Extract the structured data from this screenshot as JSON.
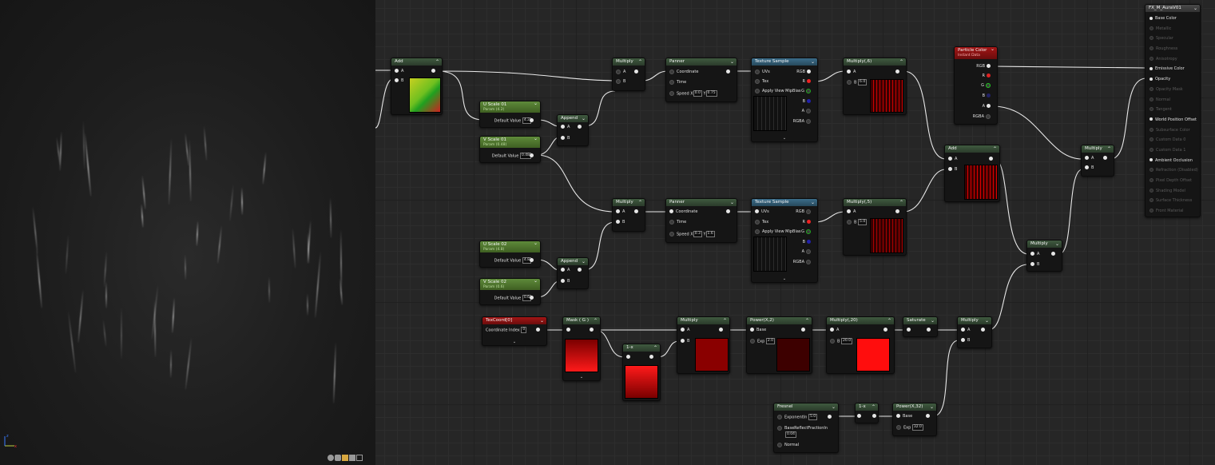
{
  "viewport": {
    "streaks": 40
  },
  "viewport_toolbar": {
    "icons": [
      "sphere-preview-icon",
      "cylinder-preview-icon",
      "plane-preview-icon",
      "cube-preview-icon",
      "custom-mesh-icon"
    ]
  },
  "colors": {
    "graph_bg": "#262626",
    "math_header": "#3f5a3f",
    "texture_header": "#3b6d8a",
    "param_header": "#5e8a3a",
    "particle_header": "#a41616",
    "wire": "#e8e8e8"
  },
  "nodes": {
    "add1": {
      "title": "Add",
      "a": "A",
      "b": "B"
    },
    "u_scale1": {
      "title": "U Scale 01",
      "sub": "Param (4.2)",
      "label": "Default Value",
      "value": "4.2"
    },
    "v_scale1": {
      "title": "V Scale 01",
      "sub": "Param (0.48)",
      "label": "Default Value",
      "value": "0.48"
    },
    "append1": {
      "title": "Append",
      "a": "A",
      "b": "B"
    },
    "multiply1": {
      "title": "Multiply",
      "a": "A",
      "b": "B"
    },
    "panner1": {
      "title": "Panner",
      "coord": "Coordinate",
      "time": "Time",
      "speed": "Speed",
      "x": "0.0",
      "y": "0.75"
    },
    "texsample1": {
      "title": "Texture Sample",
      "uvs": "UVs",
      "tex": "Tex",
      "mip": "Apply View MipBias",
      "rgb": "RGB",
      "r": "R",
      "g": "G",
      "b": "B",
      "a": "A",
      "rgba": "RGBA"
    },
    "multiply_b1": {
      "title": "Multiply(,6)",
      "a": "A",
      "b": "B",
      "value": "6.0"
    },
    "particle": {
      "title": "Particle Color",
      "sub": "Instant Data",
      "rgb": "RGB",
      "r": "R",
      "g": "G",
      "b": "B",
      "a": "A",
      "rgba": "RGBA"
    },
    "add2": {
      "title": "Add",
      "a": "A",
      "b": "B"
    },
    "multiply_top": {
      "title": "Multiply",
      "a": "A",
      "b": "B"
    },
    "multiply2": {
      "title": "Multiply",
      "a": "A",
      "b": "B"
    },
    "panner2": {
      "title": "Panner",
      "coord": "Coordinate",
      "time": "Time",
      "speed": "Speed",
      "x": "0.3",
      "y": "1.6"
    },
    "texsample2": {
      "title": "Texture Sample",
      "uvs": "UVs",
      "tex": "Tex",
      "mip": "Apply View MipBias",
      "rgb": "RGB",
      "r": "R",
      "g": "G",
      "b": "B",
      "a": "A",
      "rgba": "RGBA"
    },
    "multiply_b2": {
      "title": "Multiply(,5)",
      "a": "A",
      "b": "B",
      "value": "5.0"
    },
    "u_scale2": {
      "title": "U Scale 02",
      "sub": "Param (4.8)",
      "label": "Default Value",
      "value": "4.8"
    },
    "v_scale2": {
      "title": "V Scale 02",
      "sub": "Param (0.6)",
      "label": "Default Value",
      "value": "0.6"
    },
    "append2": {
      "title": "Append",
      "a": "A",
      "b": "B"
    },
    "multiply_mid": {
      "title": "Multiply",
      "a": "A",
      "b": "B"
    },
    "texcoord": {
      "title": "TexCoord[0]",
      "label": "Coordinate Index",
      "value": "0"
    },
    "mask": {
      "title": "Mask ( G )"
    },
    "one_minus1": {
      "title": "1-x"
    },
    "multiply3": {
      "title": "Multiply",
      "a": "A",
      "b": "B"
    },
    "power1": {
      "title": "Power(X,2)",
      "base": "Base",
      "exp": "Exp",
      "value": "2.0"
    },
    "multiply_20": {
      "title": "Multiply(,20)",
      "a": "A",
      "b": "B",
      "value": "20.0"
    },
    "saturate": {
      "title": "Saturate"
    },
    "multiply4": {
      "title": "Multiply",
      "a": "A",
      "b": "B"
    },
    "fresnel": {
      "title": "Fresnel",
      "exp": "ExponentIn",
      "exp_value": "5.0",
      "base": "BaseReflectFractionIn",
      "base_value": "0.04",
      "normal": "Normal"
    },
    "one_minus2": {
      "title": "1-x"
    },
    "power2": {
      "title": "Power(X,32)",
      "base": "Base",
      "exp": "Exp",
      "value": "32.0"
    }
  },
  "material": {
    "title": "FX_M_AuraV01",
    "inputs": [
      {
        "label": "Base Color",
        "active": true
      },
      {
        "label": "Metallic",
        "active": false
      },
      {
        "label": "Specular",
        "active": false
      },
      {
        "label": "Roughness",
        "active": false
      },
      {
        "label": "Anisotropy",
        "active": false
      },
      {
        "label": "Emissive Color",
        "active": true
      },
      {
        "label": "Opacity",
        "active": true
      },
      {
        "label": "Opacity Mask",
        "active": false
      },
      {
        "label": "Normal",
        "active": false
      },
      {
        "label": "Tangent",
        "active": false
      },
      {
        "label": "World Position Offset",
        "active": true
      },
      {
        "label": "Subsurface Color",
        "active": false
      },
      {
        "label": "Custom Data 0",
        "active": false
      },
      {
        "label": "Custom Data 1",
        "active": false
      },
      {
        "label": "Ambient Occlusion",
        "active": true
      },
      {
        "label": "Refraction (Disabled)",
        "active": false
      },
      {
        "label": "Pixel Depth Offset",
        "active": false
      },
      {
        "label": "Shading Model",
        "active": false
      },
      {
        "label": "Surface Thickness",
        "active": false
      },
      {
        "label": "Front Material",
        "active": false
      }
    ]
  }
}
